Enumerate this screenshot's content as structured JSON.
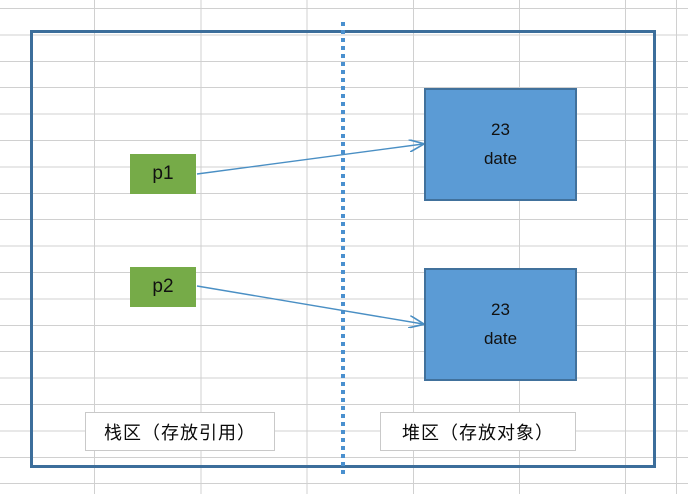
{
  "diagram": {
    "title": "Java stack and heap reference diagram",
    "colors": {
      "frame_border": "#3c6e9b",
      "divider": "#4a90cf",
      "pointer_box_fill": "#76ab48",
      "object_box_fill": "#5b9bd5",
      "object_box_border": "#41719c",
      "arrow": "#4a8fc4",
      "gridline": "#d0d0d0",
      "label_border": "#c9c9c9"
    },
    "pointers": [
      {
        "id": "p1",
        "label": "p1"
      },
      {
        "id": "p2",
        "label": "p2"
      }
    ],
    "objects": [
      {
        "id": "obj1",
        "lines": [
          "23",
          "date"
        ]
      },
      {
        "id": "obj2",
        "lines": [
          "23",
          "date"
        ]
      }
    ],
    "regions": {
      "stack": "栈区（存放引用）",
      "heap": "堆区（存放对象）"
    },
    "arrows": [
      {
        "from": "p1",
        "to": "obj1"
      },
      {
        "from": "p2",
        "to": "obj2"
      }
    ]
  }
}
